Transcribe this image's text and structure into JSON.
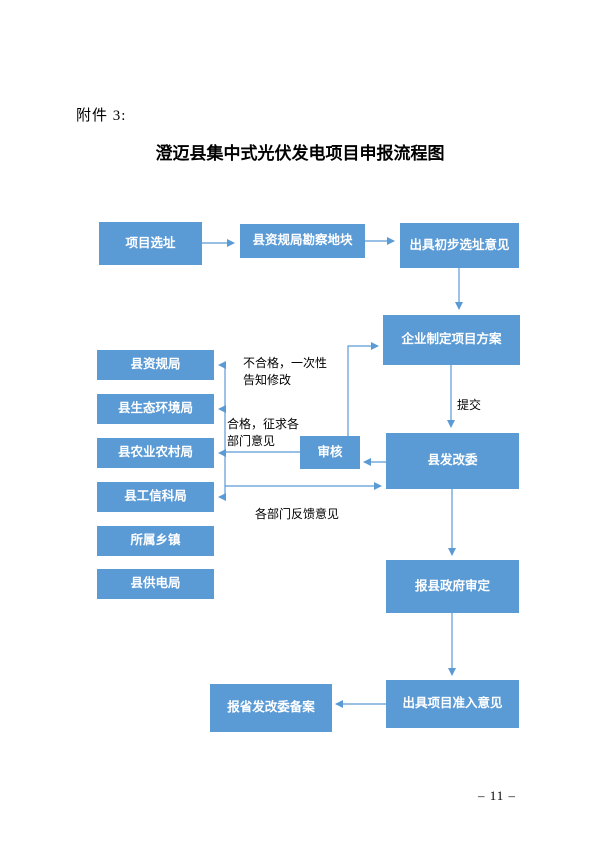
{
  "page": {
    "attachment_label": "附件 3:",
    "title": "澄迈县集中式光伏发电项目申报流程图",
    "page_number": "– 11 –"
  },
  "flowchart": {
    "boxes": {
      "project_site": "项目选址",
      "survey_plot": "县资规局勘察地块",
      "preliminary_opinion": "出具初步选址意见",
      "enterprise_plan": "企业制定项目方案",
      "resources_bureau": "县资规局",
      "ecology_bureau": "县生态环境局",
      "agriculture_bureau": "县农业农村局",
      "industry_bureau": "县工信科局",
      "township": "所属乡镇",
      "power_bureau": "县供电局",
      "review": "审核",
      "county_ndrc": "县发改委",
      "county_gov_approval": "报县政府审定",
      "access_opinion": "出具项目准入意见",
      "provincial_filing": "报省发改委备案"
    },
    "labels": {
      "fail": [
        "不合格，一次性",
        "告知修改"
      ],
      "pass": [
        "合格，征求各",
        "部门意见"
      ],
      "submit": "提交",
      "feedback": "各部门反馈意见"
    },
    "colors": {
      "box_fill": "#5B9BD5",
      "box_text": "#FFFFFF",
      "arrow": "#5B9BD5"
    }
  }
}
